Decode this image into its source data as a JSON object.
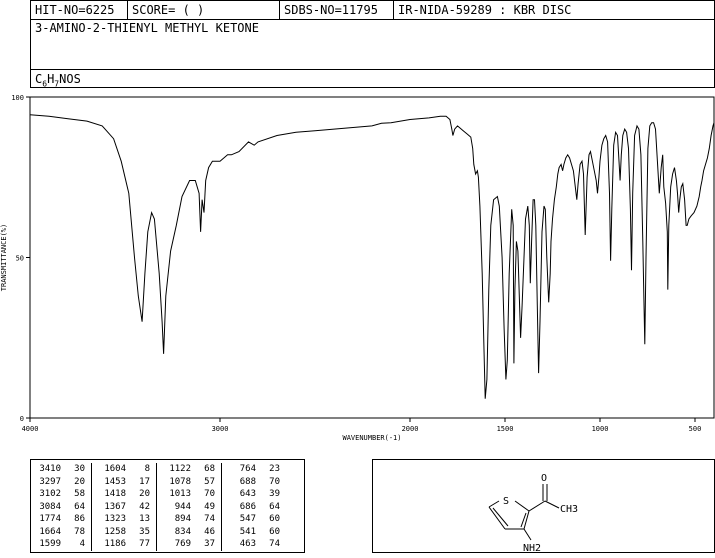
{
  "header": {
    "hit": "HIT-NO=6225",
    "score": "SCORE=  (  )",
    "sdbs": "SDBS-NO=11795",
    "ir": "IR-NIDA-59289 : KBR DISC",
    "compound": "3-AMINO-2-THIENYL METHYL KETONE",
    "formula": {
      "c": "C",
      "c_sub": "6",
      "h": "H",
      "h_sub": "7",
      "rest": "NOS"
    }
  },
  "chart_data": {
    "type": "line",
    "title": "",
    "xlabel": "WAVENUMBER(-1)",
    "ylabel": "TRANSMITTANCE(%)",
    "xlim": [
      4000,
      400
    ],
    "ylim": [
      0,
      100
    ],
    "x_ticks": [
      4000,
      3000,
      2000,
      1500,
      1000,
      500
    ],
    "y_ticks": [
      0,
      50,
      100
    ],
    "grid": false,
    "series": [
      {
        "color": "#000000",
        "points": [
          [
            4000,
            94.5
          ],
          [
            3900,
            94
          ],
          [
            3800,
            93.2
          ],
          [
            3700,
            92.5
          ],
          [
            3620,
            91
          ],
          [
            3560,
            87
          ],
          [
            3520,
            80
          ],
          [
            3480,
            70
          ],
          [
            3450,
            50
          ],
          [
            3430,
            38
          ],
          [
            3410,
            30
          ],
          [
            3395,
            45
          ],
          [
            3380,
            58
          ],
          [
            3360,
            64
          ],
          [
            3345,
            62
          ],
          [
            3320,
            45
          ],
          [
            3305,
            30
          ],
          [
            3297,
            20
          ],
          [
            3285,
            38
          ],
          [
            3260,
            52
          ],
          [
            3230,
            60
          ],
          [
            3200,
            69
          ],
          [
            3160,
            74
          ],
          [
            3130,
            74
          ],
          [
            3110,
            70
          ],
          [
            3102,
            58
          ],
          [
            3094,
            68
          ],
          [
            3084,
            64
          ],
          [
            3075,
            74
          ],
          [
            3060,
            78
          ],
          [
            3040,
            80
          ],
          [
            3000,
            80
          ],
          [
            2960,
            82
          ],
          [
            2940,
            82
          ],
          [
            2900,
            83
          ],
          [
            2850,
            86
          ],
          [
            2820,
            85
          ],
          [
            2800,
            86
          ],
          [
            2700,
            88
          ],
          [
            2600,
            89
          ],
          [
            2500,
            89.5
          ],
          [
            2400,
            90
          ],
          [
            2300,
            90.5
          ],
          [
            2200,
            91
          ],
          [
            2150,
            91.8
          ],
          [
            2100,
            92
          ],
          [
            2000,
            93
          ],
          [
            1900,
            93.5
          ],
          [
            1840,
            94
          ],
          [
            1810,
            94
          ],
          [
            1790,
            93
          ],
          [
            1780,
            90
          ],
          [
            1774,
            88
          ],
          [
            1765,
            90
          ],
          [
            1750,
            91
          ],
          [
            1720,
            89.5
          ],
          [
            1700,
            88.5
          ],
          [
            1680,
            87.5
          ],
          [
            1670,
            84
          ],
          [
            1664,
            79
          ],
          [
            1655,
            76
          ],
          [
            1645,
            77
          ],
          [
            1640,
            75
          ],
          [
            1632,
            66
          ],
          [
            1620,
            45
          ],
          [
            1612,
            25
          ],
          [
            1604,
            6
          ],
          [
            1595,
            12
          ],
          [
            1585,
            40
          ],
          [
            1575,
            60
          ],
          [
            1560,
            68
          ],
          [
            1540,
            69
          ],
          [
            1530,
            66
          ],
          [
            1515,
            50
          ],
          [
            1505,
            28
          ],
          [
            1495,
            12
          ],
          [
            1488,
            18
          ],
          [
            1478,
            45
          ],
          [
            1465,
            65
          ],
          [
            1457,
            60
          ],
          [
            1453,
            17
          ],
          [
            1448,
            40
          ],
          [
            1440,
            55
          ],
          [
            1432,
            52
          ],
          [
            1418,
            25
          ],
          [
            1410,
            35
          ],
          [
            1400,
            50
          ],
          [
            1392,
            62
          ],
          [
            1380,
            66
          ],
          [
            1372,
            60
          ],
          [
            1367,
            42
          ],
          [
            1360,
            55
          ],
          [
            1352,
            68
          ],
          [
            1345,
            68
          ],
          [
            1338,
            60
          ],
          [
            1330,
            35
          ],
          [
            1323,
            14
          ],
          [
            1316,
            30
          ],
          [
            1305,
            58
          ],
          [
            1295,
            66
          ],
          [
            1288,
            65
          ],
          [
            1280,
            50
          ],
          [
            1270,
            36
          ],
          [
            1262,
            45
          ],
          [
            1258,
            55
          ],
          [
            1250,
            62
          ],
          [
            1240,
            68
          ],
          [
            1230,
            72
          ],
          [
            1222,
            76
          ],
          [
            1215,
            78
          ],
          [
            1205,
            79
          ],
          [
            1197,
            77
          ],
          [
            1190,
            79
          ],
          [
            1180,
            81
          ],
          [
            1170,
            82
          ],
          [
            1160,
            81
          ],
          [
            1150,
            79
          ],
          [
            1140,
            77
          ],
          [
            1130,
            72
          ],
          [
            1122,
            68
          ],
          [
            1115,
            73
          ],
          [
            1105,
            79
          ],
          [
            1095,
            80
          ],
          [
            1087,
            76
          ],
          [
            1078,
            57
          ],
          [
            1068,
            75
          ],
          [
            1058,
            82
          ],
          [
            1050,
            83
          ],
          [
            1040,
            80
          ],
          [
            1030,
            77
          ],
          [
            1020,
            74
          ],
          [
            1013,
            70
          ],
          [
            1006,
            75
          ],
          [
            1000,
            80
          ],
          [
            990,
            85
          ],
          [
            980,
            87
          ],
          [
            970,
            88
          ],
          [
            960,
            86
          ],
          [
            950,
            70
          ],
          [
            944,
            49
          ],
          [
            938,
            65
          ],
          [
            928,
            85
          ],
          [
            918,
            89
          ],
          [
            908,
            88
          ],
          [
            900,
            80
          ],
          [
            894,
            74
          ],
          [
            888,
            82
          ],
          [
            880,
            88
          ],
          [
            870,
            90
          ],
          [
            860,
            89
          ],
          [
            850,
            84
          ],
          [
            840,
            65
          ],
          [
            834,
            46
          ],
          [
            828,
            70
          ],
          [
            818,
            88
          ],
          [
            805,
            91
          ],
          [
            795,
            90
          ],
          [
            785,
            82
          ],
          [
            775,
            55
          ],
          [
            769,
            37
          ],
          [
            764,
            23
          ],
          [
            758,
            50
          ],
          [
            748,
            84
          ],
          [
            738,
            91
          ],
          [
            728,
            92
          ],
          [
            718,
            92
          ],
          [
            708,
            90
          ],
          [
            698,
            80
          ],
          [
            688,
            70
          ],
          [
            678,
            78
          ],
          [
            670,
            82
          ],
          [
            664,
            72
          ],
          [
            655,
            67
          ],
          [
            646,
            58
          ],
          [
            643,
            40
          ],
          [
            638,
            60
          ],
          [
            628,
            72
          ],
          [
            618,
            76
          ],
          [
            608,
            78
          ],
          [
            598,
            74
          ],
          [
            592,
            70
          ],
          [
            586,
            64
          ],
          [
            580,
            68
          ],
          [
            572,
            72
          ],
          [
            564,
            73
          ],
          [
            555,
            68
          ],
          [
            547,
            60
          ],
          [
            541,
            60
          ],
          [
            532,
            62
          ],
          [
            520,
            63
          ],
          [
            505,
            64
          ],
          [
            490,
            66
          ],
          [
            478,
            69
          ],
          [
            470,
            72
          ],
          [
            463,
            74
          ],
          [
            455,
            77
          ],
          [
            445,
            79
          ],
          [
            435,
            81
          ],
          [
            425,
            84
          ],
          [
            415,
            88
          ],
          [
            405,
            91
          ],
          [
            400,
            92
          ]
        ]
      }
    ]
  },
  "peak_table": {
    "columns": [
      [
        [
          "3410",
          "30"
        ],
        [
          "3297",
          "20"
        ],
        [
          "3102",
          "58"
        ],
        [
          "3084",
          "64"
        ],
        [
          "1774",
          "86"
        ],
        [
          "1664",
          "78"
        ],
        [
          "1599",
          "4"
        ]
      ],
      [
        [
          "1604",
          "8"
        ],
        [
          "1453",
          "17"
        ],
        [
          "1418",
          "20"
        ],
        [
          "1367",
          "42"
        ],
        [
          "1323",
          "13"
        ],
        [
          "1258",
          "35"
        ],
        [
          "1186",
          "77"
        ]
      ],
      [
        [
          "1122",
          "68"
        ],
        [
          "1078",
          "57"
        ],
        [
          "1013",
          "70"
        ],
        [
          "944",
          "49"
        ],
        [
          "894",
          "74"
        ],
        [
          "834",
          "46"
        ],
        [
          "769",
          "37"
        ]
      ],
      [
        [
          "764",
          "23"
        ],
        [
          "688",
          "70"
        ],
        [
          "643",
          "39"
        ],
        [
          "686",
          "64"
        ],
        [
          "547",
          "60"
        ],
        [
          "541",
          "60"
        ],
        [
          "463",
          "74"
        ]
      ]
    ]
  },
  "structure": {
    "atoms": {
      "o": "O",
      "s": "S",
      "ch3": "CH3",
      "nh2": "NH2"
    }
  }
}
